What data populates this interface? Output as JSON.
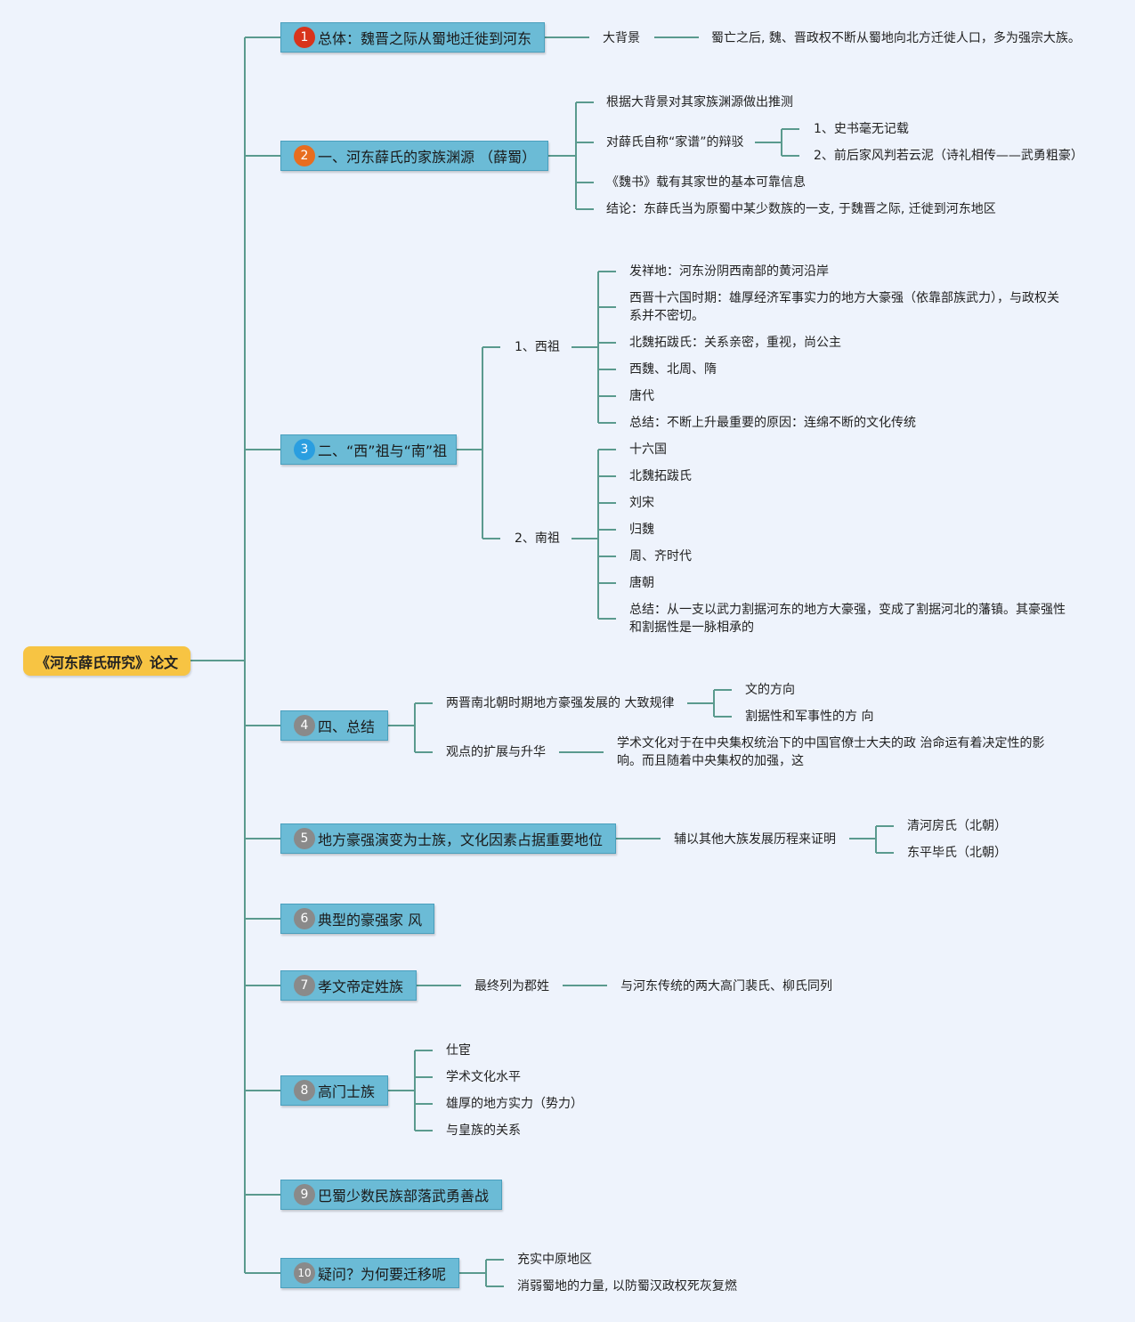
{
  "root": "《河东薛氏研究》论文",
  "colors": {
    "line": "#5a9a8e",
    "root": "#f7c443",
    "branch": "#6bbbd6",
    "badge_red": "#d8341c",
    "badge_orange": "#e86d1f",
    "badge_blue": "#2a9ee0",
    "badge_gray": "#8a8a8a"
  },
  "branches": [
    {
      "num": "1",
      "label": "总体：魏晋之际从蜀地迁徙到河东",
      "children": [
        {
          "label": "大背景",
          "children": [
            {
              "label": "蜀亡之后, 魏、晋政权不断从蜀地向北方迁徙人口，多为强宗大族。"
            }
          ]
        }
      ]
    },
    {
      "num": "2",
      "label": "一、河东薛氏的家族渊源 （薛蜀）",
      "children": [
        {
          "label": "根据大背景对其家族渊源做出推测"
        },
        {
          "label": "对薛氏自称“家谱”的辩驳",
          "children": [
            {
              "label": "1、史书毫无记载"
            },
            {
              "label": "2、前后家风判若云泥（诗礼相传——武勇粗豪）"
            }
          ]
        },
        {
          "label": "《魏书》载有其家世的基本可靠信息"
        },
        {
          "label": "结论：东薛氏当为原蜀中某少数族的一支, 于魏晋之际, 迁徙到河东地区"
        }
      ]
    },
    {
      "num": "3",
      "label": "二、“西”祖与“南”祖",
      "children": [
        {
          "label": "1、西祖",
          "children": [
            {
              "label": "发祥地：河东汾阴西南部的黄河沿岸"
            },
            {
              "label": "西晋十六国时期：雄厚经济军事实力的地方大豪强（依靠部族武力），与政权关系并不密切。"
            },
            {
              "label": "北魏拓跋氏：关系亲密，重视，尚公主"
            },
            {
              "label": "西魏、北周、隋"
            },
            {
              "label": "唐代"
            },
            {
              "label": "总结：不断上升最重要的原因：连绵不断的文化传统"
            }
          ]
        },
        {
          "label": "2、南祖",
          "children": [
            {
              "label": "十六国"
            },
            {
              "label": "北魏拓跋氏"
            },
            {
              "label": "刘宋"
            },
            {
              "label": "归魏"
            },
            {
              "label": "周、齐时代"
            },
            {
              "label": "唐朝"
            },
            {
              "label": "总结：从一支以武力割据河东的地方大豪强，变成了割据河北的藩镇。其豪强性和割据性是一脉相承的"
            }
          ]
        }
      ]
    },
    {
      "num": "4",
      "label": "四、总结",
      "children": [
        {
          "label": "两晋南北朝时期地方豪强发展的 大致规律",
          "children": [
            {
              "label": "文的方向"
            },
            {
              "label": "割据性和军事性的方 向"
            }
          ]
        },
        {
          "label": "观点的扩展与升华",
          "children": [
            {
              "label": "学术文化对于在中央集权统治下的中国官僚士大夫的政 治命运有着决定性的影响。而且随着中央集权的加强，这"
            }
          ]
        }
      ]
    },
    {
      "num": "5",
      "label": "地方豪强演变为士族，文化因素占据重要地位",
      "children": [
        {
          "label": "辅以其他大族发展历程来证明",
          "children": [
            {
              "label": "清河房氏（北朝）"
            },
            {
              "label": "东平毕氏（北朝）"
            }
          ]
        }
      ]
    },
    {
      "num": "6",
      "label": "典型的豪强家 风",
      "children": []
    },
    {
      "num": "7",
      "label": "孝文帝定姓族",
      "children": [
        {
          "label": "最终列为郡姓",
          "children": [
            {
              "label": "与河东传统的两大高门裴氏、柳氏同列"
            }
          ]
        }
      ]
    },
    {
      "num": "8",
      "label": "高门士族",
      "children": [
        {
          "label": "仕宦"
        },
        {
          "label": "学术文化水平"
        },
        {
          "label": "雄厚的地方实力（势力）"
        },
        {
          "label": "与皇族的关系"
        }
      ]
    },
    {
      "num": "9",
      "label": "巴蜀少数民族部落武勇善战",
      "children": []
    },
    {
      "num": "10",
      "label": "疑问？为何要迁移呢",
      "children": [
        {
          "label": "充实中原地区"
        },
        {
          "label": "消弱蜀地的力量, 以防蜀汉政权死灰复燃"
        }
      ]
    }
  ]
}
